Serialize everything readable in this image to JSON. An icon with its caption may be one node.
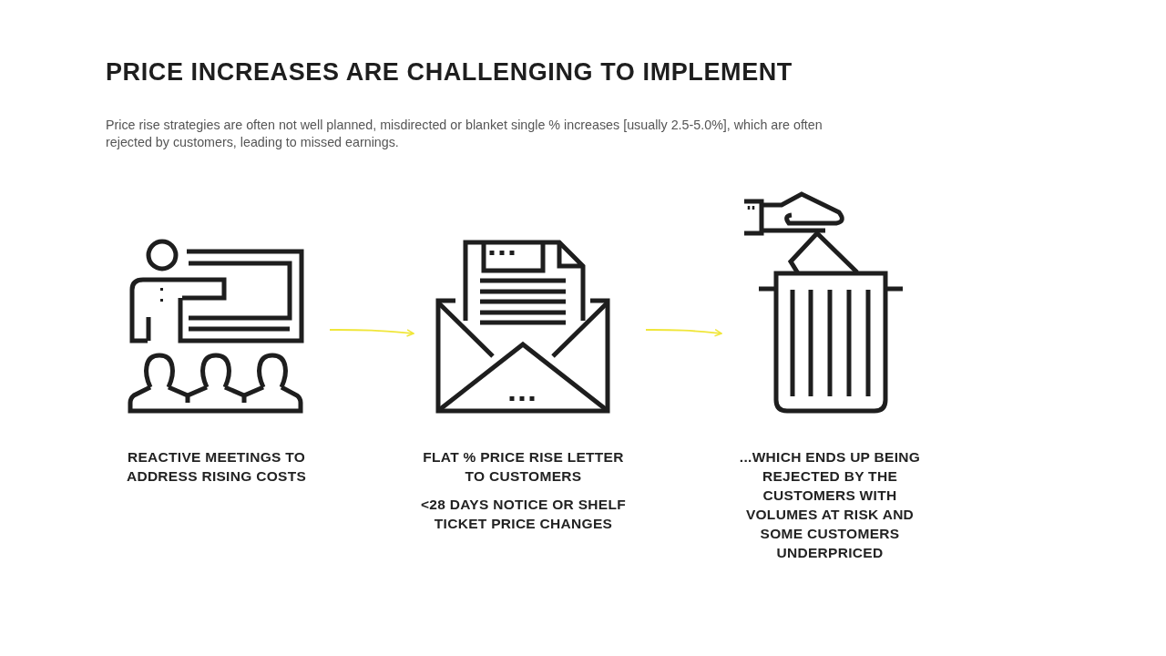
{
  "diagram": {
    "title": "PRICE INCREASES ARE CHALLENGING TO IMPLEMENT",
    "nodes": [
      {
        "text": [
          "REACTIVE MEETINGS TO ADDRESS RISING COSTS"
        ]
      },
      {
        "text": [
          "FLAT % PRICE RISE LETTER TO CUSTOMERS",
          "<28 DAYS NOTICE OR SHELF TICKET PRICE CHANGES"
        ]
      },
      {
        "text": [
          "...WHICH ENDS UP BEING REJECTED BY THE CUSTOMERS WITH VOLUMES AT RISK AND SOME CUSTOMERS UNDERPRICED"
        ]
      }
    ],
    "edges": [
      {
        "from": 0,
        "to": 1,
        "arrow": "to"
      },
      {
        "from": 1,
        "to": 2,
        "arrow": "to"
      }
    ],
    "labels": [
      "Price rise strategies are often not well planned, misdirected or blanket single % increases [usually 2.5-5.0%], which are often rejected by customers, leading to missed earnings."
    ]
  }
}
